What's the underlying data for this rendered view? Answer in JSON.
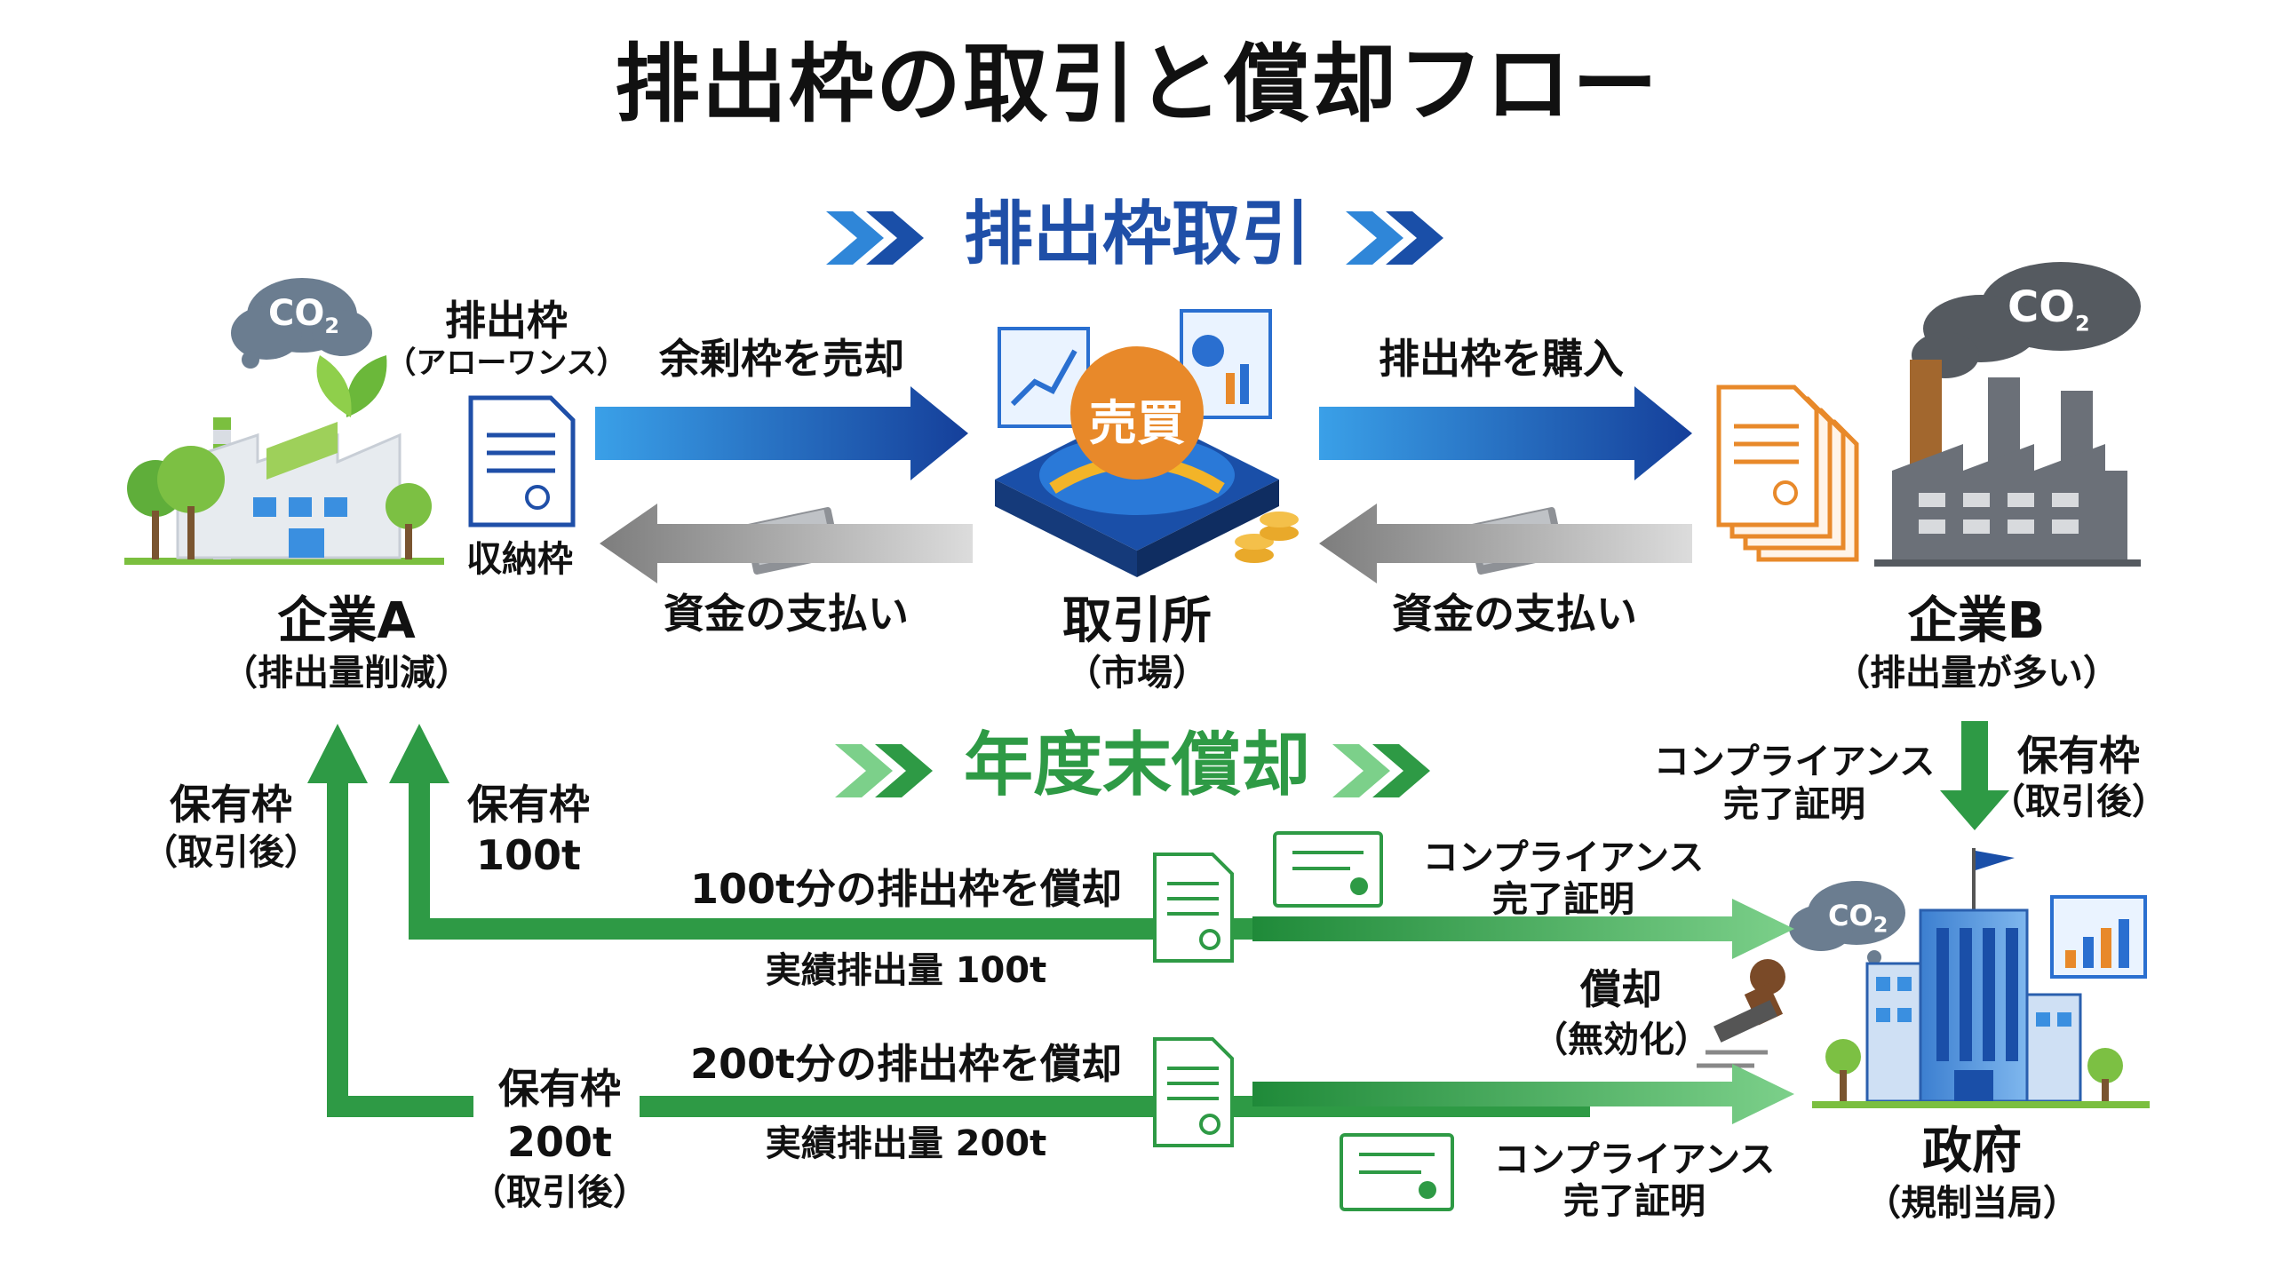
{
  "title": "排出枠の取引と償却フロー",
  "sections": {
    "trade": "排出枠取引",
    "retirement": "年度末償却"
  },
  "company_a": {
    "name": "企業A",
    "sub": "（排出量削減）"
  },
  "exchange": {
    "name": "取引所",
    "sub": "（市場）",
    "badge": "売買"
  },
  "company_b": {
    "name": "企業B",
    "sub": "（排出量が多い）"
  },
  "government": {
    "name": "政府",
    "sub": "（規制当局）"
  },
  "co2_label": "CO",
  "co2_sub": "2",
  "allowance": {
    "line1": "排出枠",
    "line2": "（アローワンス）",
    "storage": "収納枠"
  },
  "flows": {
    "sell_surplus": "余剰枠を売却",
    "buy_allowance": "排出枠を購入",
    "payment_left": "資金の支払い",
    "payment_right": "資金の支払い"
  },
  "compliance": {
    "b_line1": "コンプライアンス",
    "b_line2": "完了証明",
    "holding_line1": "保有枠",
    "holding_line2": "（取引後）",
    "cert1_line1": "コンプライアンス",
    "cert1_line2": "完了証明",
    "cert2_line1": "コンプライアンス",
    "cert2_line2": "完了証明"
  },
  "retire": {
    "label_line1": "償却",
    "label_line2": "（無効化）",
    "retire100": "100t分の排出枠を償却",
    "actual100": "実績排出量 100t",
    "retire200": "200t分の排出枠を償却",
    "actual200": "実績排出量 200t"
  },
  "holdings_a": {
    "left_line1": "保有枠",
    "left_line2": "（取引後）",
    "h100_line1": "保有枠",
    "h100_line2": "100t",
    "h200_line1": "保有枠",
    "h200_line2": "200t",
    "h200_line3": "（取引後）"
  },
  "colors": {
    "trade_blue": "#1f4fa8",
    "arrow_blue": "#1a63c4",
    "arrow_gray": "#9a9a9a",
    "green": "#2e9a45",
    "orange": "#e8892a"
  }
}
